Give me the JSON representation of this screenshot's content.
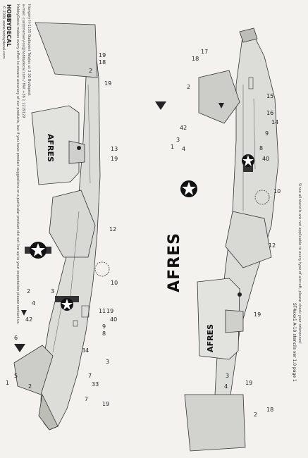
{
  "header": {
    "brand": "HOBBYDECAL",
    "website": "© 2006 www.hobbydecal.com",
    "address": "Hungary H-1155 Budapest Talajos ut 3 36 Budapest",
    "contact": "e-mail: customerservice@hobbydecal.com / FAX +36 1 2219129",
    "disclaimer": "HobbyDecal makes every effort to ensure accuracy of our products, but if you have product suggestions or a particular product did not live up to your expectation please contact us."
  },
  "footer": {
    "title": "ST4xxx1 A-10 stencils ver 1.0 page 1",
    "note": "Since all stencils are not applicable to every type of aircraft, please check your references!"
  },
  "markings": {
    "afres_large": "AFRES",
    "afres_small": "AFRES"
  },
  "left_view": {
    "callouts": [
      "19",
      "18",
      "2",
      "19",
      "13",
      "19",
      "12",
      "10",
      "2",
      "3",
      "4",
      "42",
      "6",
      "7",
      "11",
      "19",
      "9",
      "8",
      "40",
      "34",
      "3",
      "33",
      "19",
      "5",
      "1",
      "7",
      "2"
    ]
  },
  "right_view": {
    "callouts": [
      "17",
      "18",
      "2",
      "15",
      "16",
      "14",
      "42",
      "9",
      "4",
      "8",
      "40",
      "3",
      "1",
      "10",
      "12",
      "19",
      "19",
      "18",
      "2",
      "3",
      "4"
    ]
  }
}
